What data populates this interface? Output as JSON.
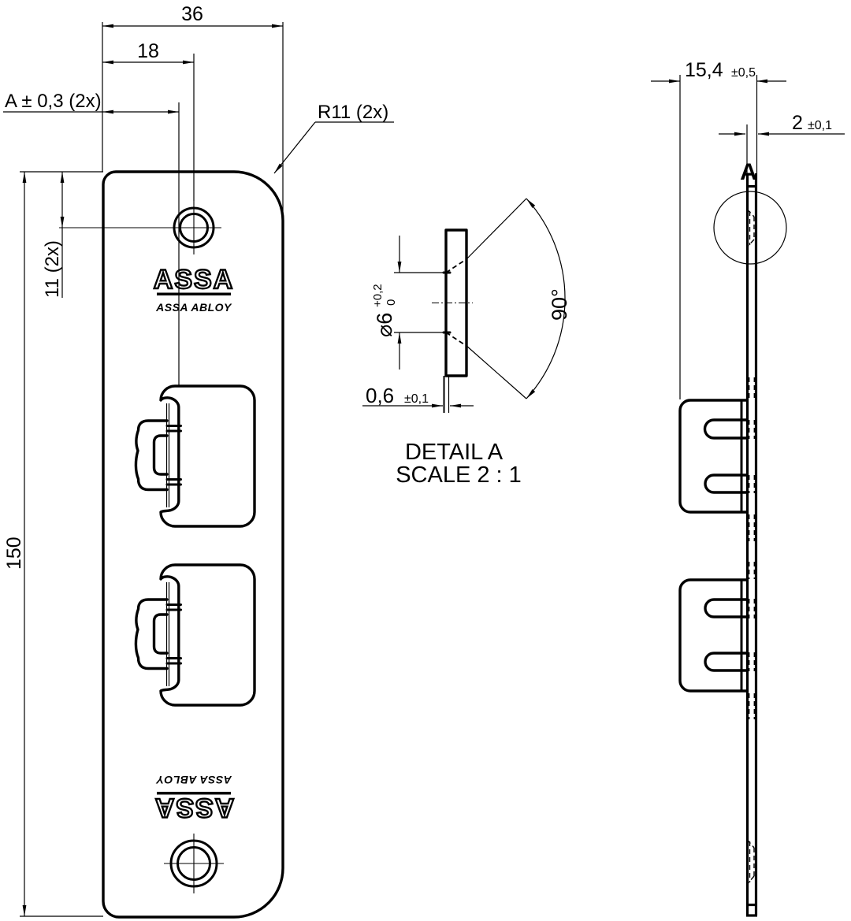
{
  "front_view": {
    "dim_width": "36",
    "dim_hole_x": "18",
    "dim_a": "A ± 0,3 (2x)",
    "radius_note": "R11 (2x)",
    "dim_hole_y": "11 (2x)",
    "dim_height": "150",
    "logo_text": "ASSA",
    "logo_subtext": "ASSA ABLOY"
  },
  "side_view": {
    "dim_depth": "15,4",
    "dim_depth_tol": "±0,5",
    "dim_thickness": "2",
    "dim_thickness_tol": "±0,1",
    "detail_marker": "A"
  },
  "detail_view": {
    "title": "DETAIL A",
    "scale": "SCALE 2 : 1",
    "dim_diameter": "⌀6",
    "dim_diameter_tol_upper": "+0,2",
    "dim_diameter_tol_lower": "0",
    "dim_angle": "90°",
    "dim_sheet": "0,6",
    "dim_sheet_tol": "±0,1"
  }
}
